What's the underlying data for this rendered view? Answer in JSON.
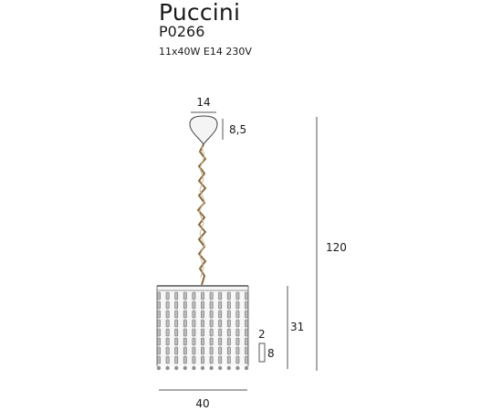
{
  "product": {
    "name": "Puccini",
    "code": "P0266",
    "spec": "11x40W E14 230V"
  },
  "dimensions": {
    "canopy_width": "14",
    "canopy_height": "8,5",
    "total_height": "120",
    "shade_height": "31",
    "shade_width": "40",
    "crystal_width": "2",
    "crystal_height": "8"
  },
  "colors": {
    "line": "#1a1a1a",
    "dimension_line": "#555555",
    "chain": "#8a6a3a",
    "crystal": "#6e6e6e"
  }
}
